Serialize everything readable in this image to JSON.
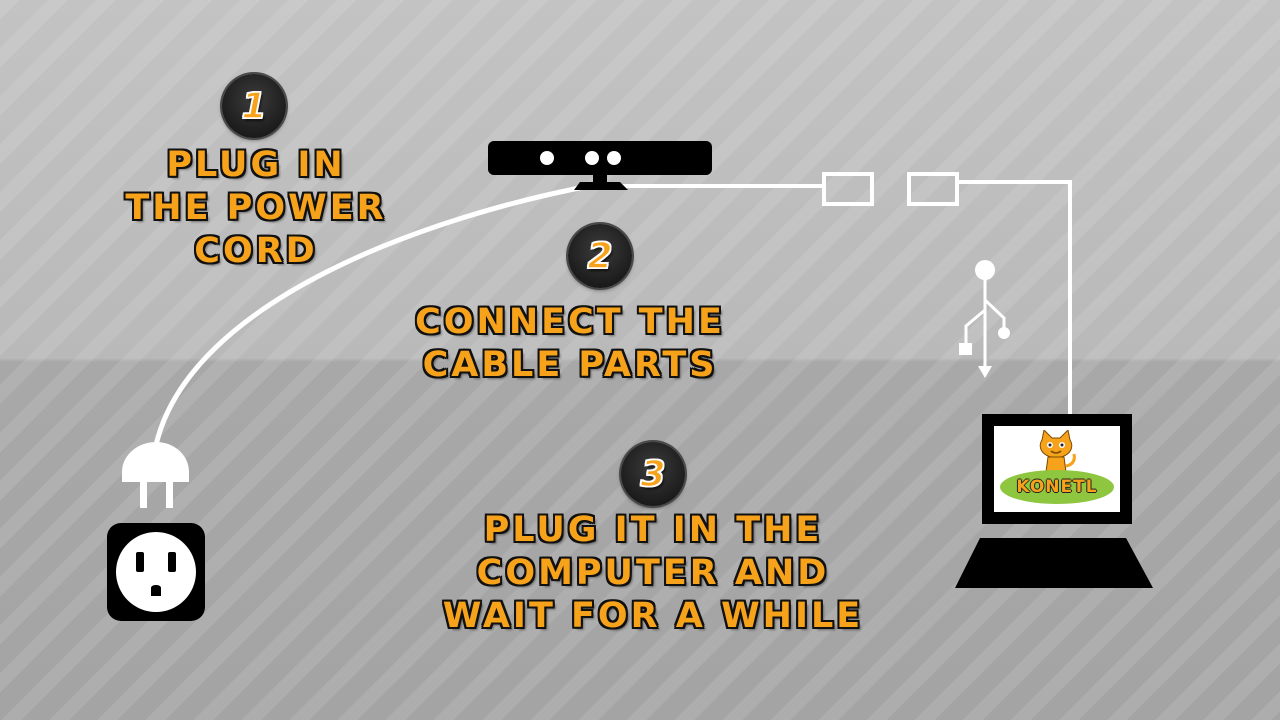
{
  "colors": {
    "accent": "#f6a21a",
    "outline": "#111111",
    "device": "#000000",
    "cable": "#ffffff",
    "logo_oval": "#8ec63f"
  },
  "steps": [
    {
      "number": "1",
      "lines": [
        "PLUG IN",
        "THE POWER",
        "CORD"
      ]
    },
    {
      "number": "2",
      "lines": [
        "CONNECT THE",
        "CABLE PARTS"
      ]
    },
    {
      "number": "3",
      "lines": [
        "PLUG IT IN THE",
        "COMPUTER AND",
        "WAIT FOR A WHILE"
      ]
    }
  ],
  "logo": {
    "text": "KONETL"
  },
  "icons": {
    "sensor": "kinect-sensor-icon",
    "plug": "power-plug-icon",
    "outlet": "wall-outlet-icon",
    "usb": "usb-symbol-icon",
    "laptop": "laptop-icon"
  }
}
